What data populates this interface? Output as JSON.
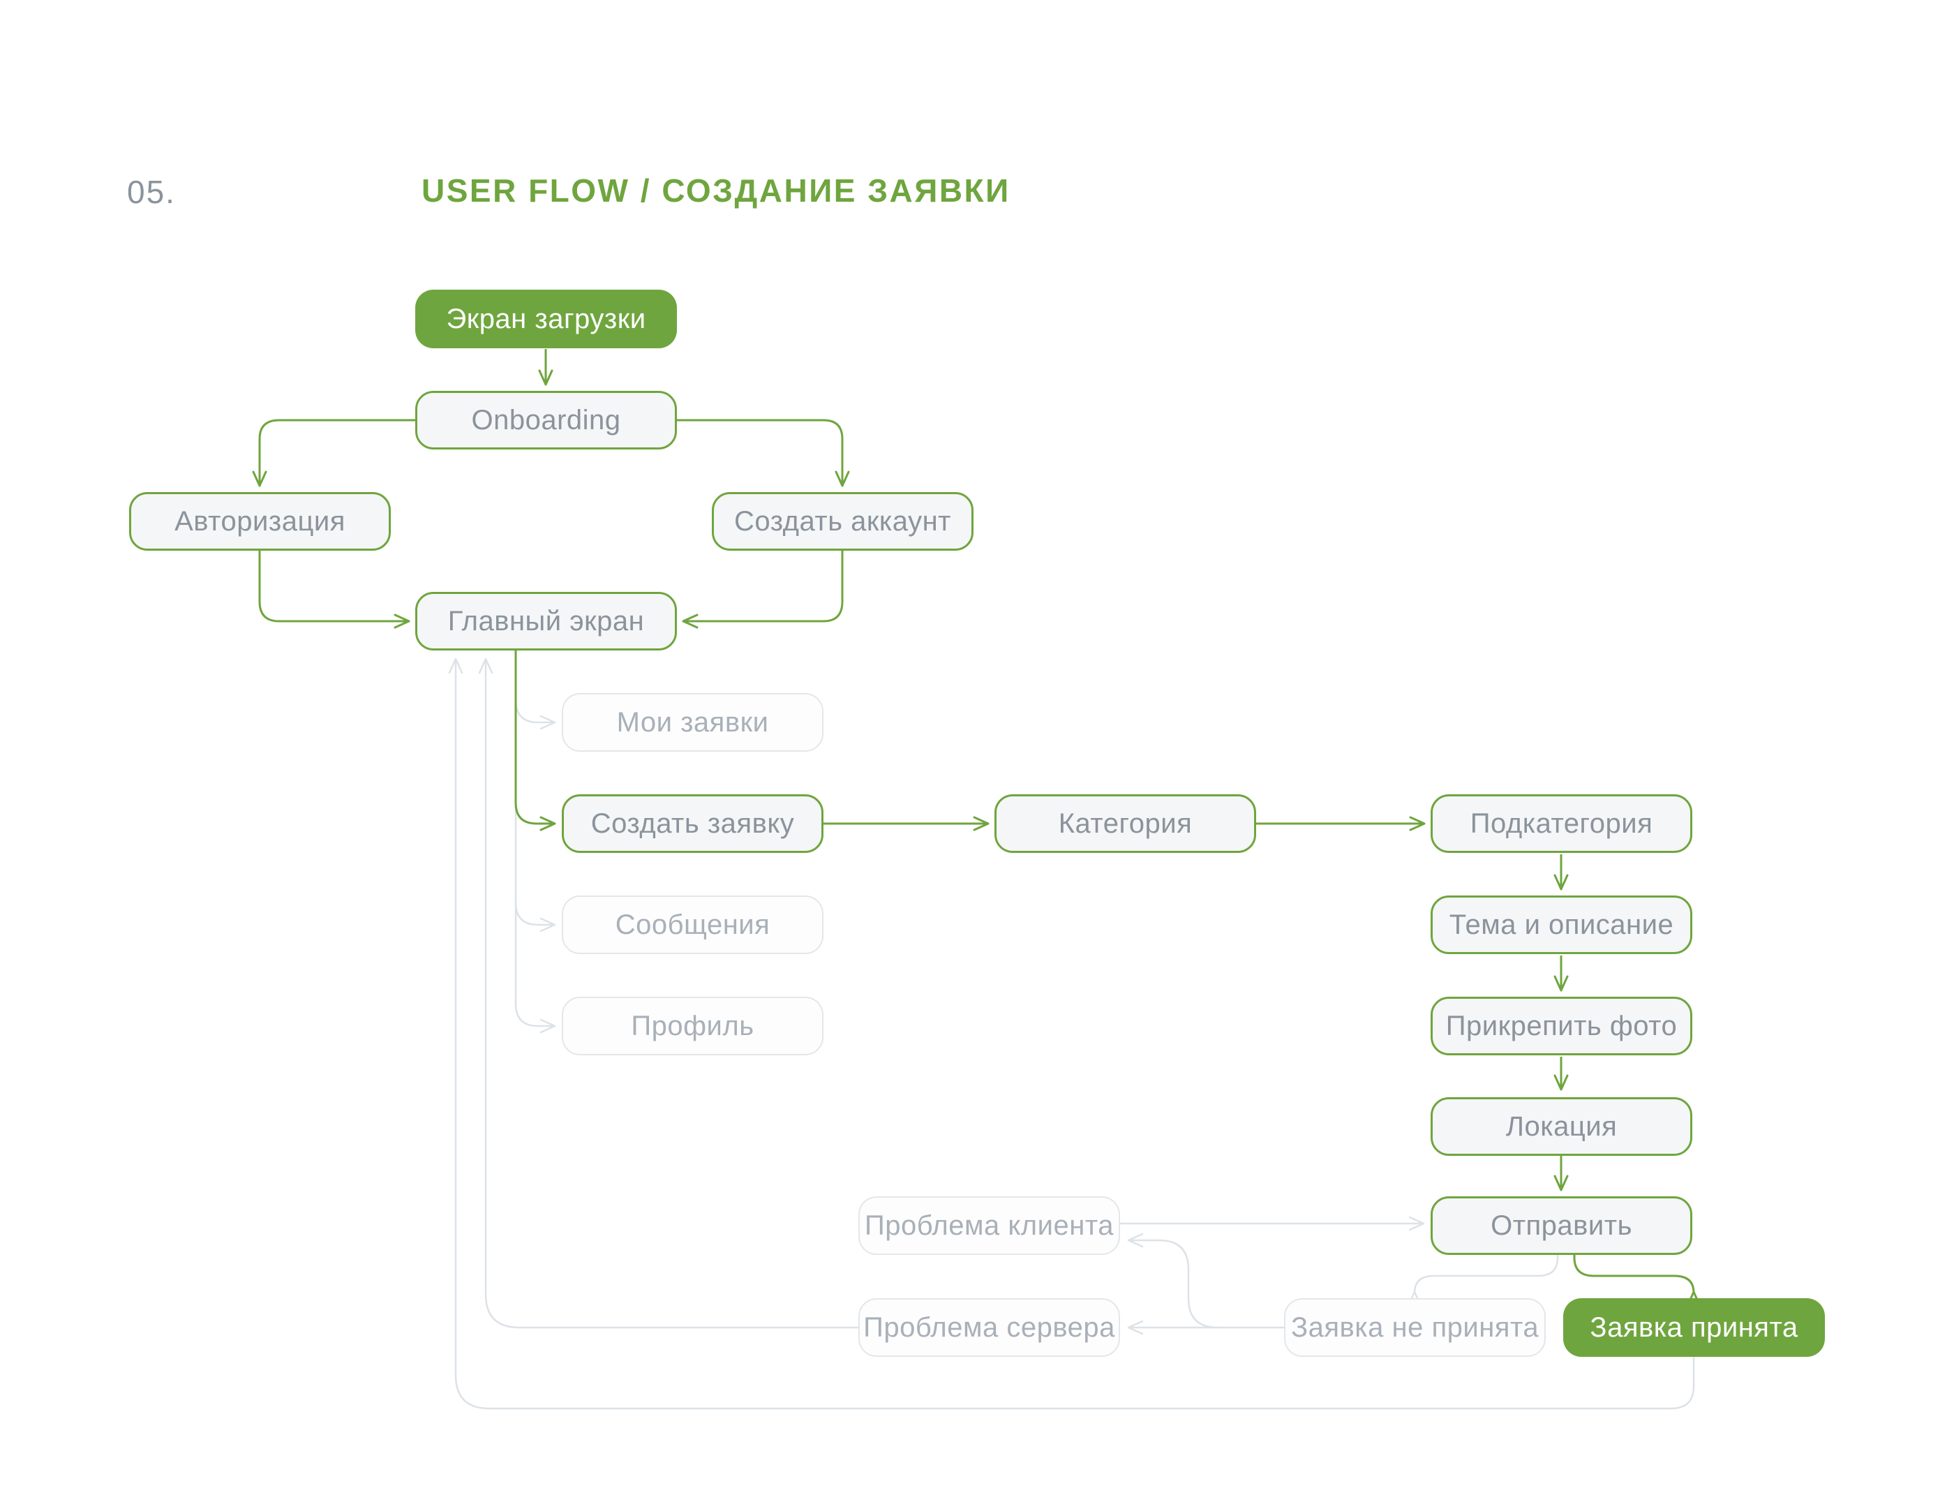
{
  "colors": {
    "green": "#6fa53e",
    "gray-line": "#dde2e7",
    "gray-border": "#e3e7ea",
    "text-gray": "#8b939c",
    "text-muted": "#a9b0b8",
    "node-fill": "#f5f6f7",
    "muted-fill": "#fdfdfe",
    "page-bg": "#ffffff"
  },
  "header": {
    "index": "05.",
    "title": "USER FLOW / СОЗДАНИЕ ЗАЯВКИ"
  },
  "nodes": {
    "loading_screen": {
      "label": "Экран загрузки",
      "type": "primary"
    },
    "onboarding": {
      "label": "Onboarding",
      "type": "active"
    },
    "authorization": {
      "label": "Авторизация",
      "type": "active"
    },
    "create_account": {
      "label": "Создать аккаунт",
      "type": "active"
    },
    "main_screen": {
      "label": "Главный экран",
      "type": "active"
    },
    "my_requests": {
      "label": "Мои заявки",
      "type": "muted"
    },
    "create_request": {
      "label": "Создать заявку",
      "type": "active"
    },
    "category": {
      "label": "Категория",
      "type": "active"
    },
    "subcategory": {
      "label": "Подкатегория",
      "type": "active"
    },
    "messages": {
      "label": "Сообщения",
      "type": "muted"
    },
    "profile": {
      "label": "Профиль",
      "type": "muted"
    },
    "topic_description": {
      "label": "Тема и описание",
      "type": "active"
    },
    "attach_photo": {
      "label": "Прикрепить фото",
      "type": "active"
    },
    "location": {
      "label": "Локация",
      "type": "active"
    },
    "send": {
      "label": "Отправить",
      "type": "active"
    },
    "client_problem": {
      "label": "Проблема клиента",
      "type": "muted"
    },
    "server_problem": {
      "label": "Проблема сервера",
      "type": "muted"
    },
    "request_rejected": {
      "label": "Заявка не принята",
      "type": "muted"
    },
    "request_accepted": {
      "label": "Заявка принята",
      "type": "primary"
    }
  }
}
